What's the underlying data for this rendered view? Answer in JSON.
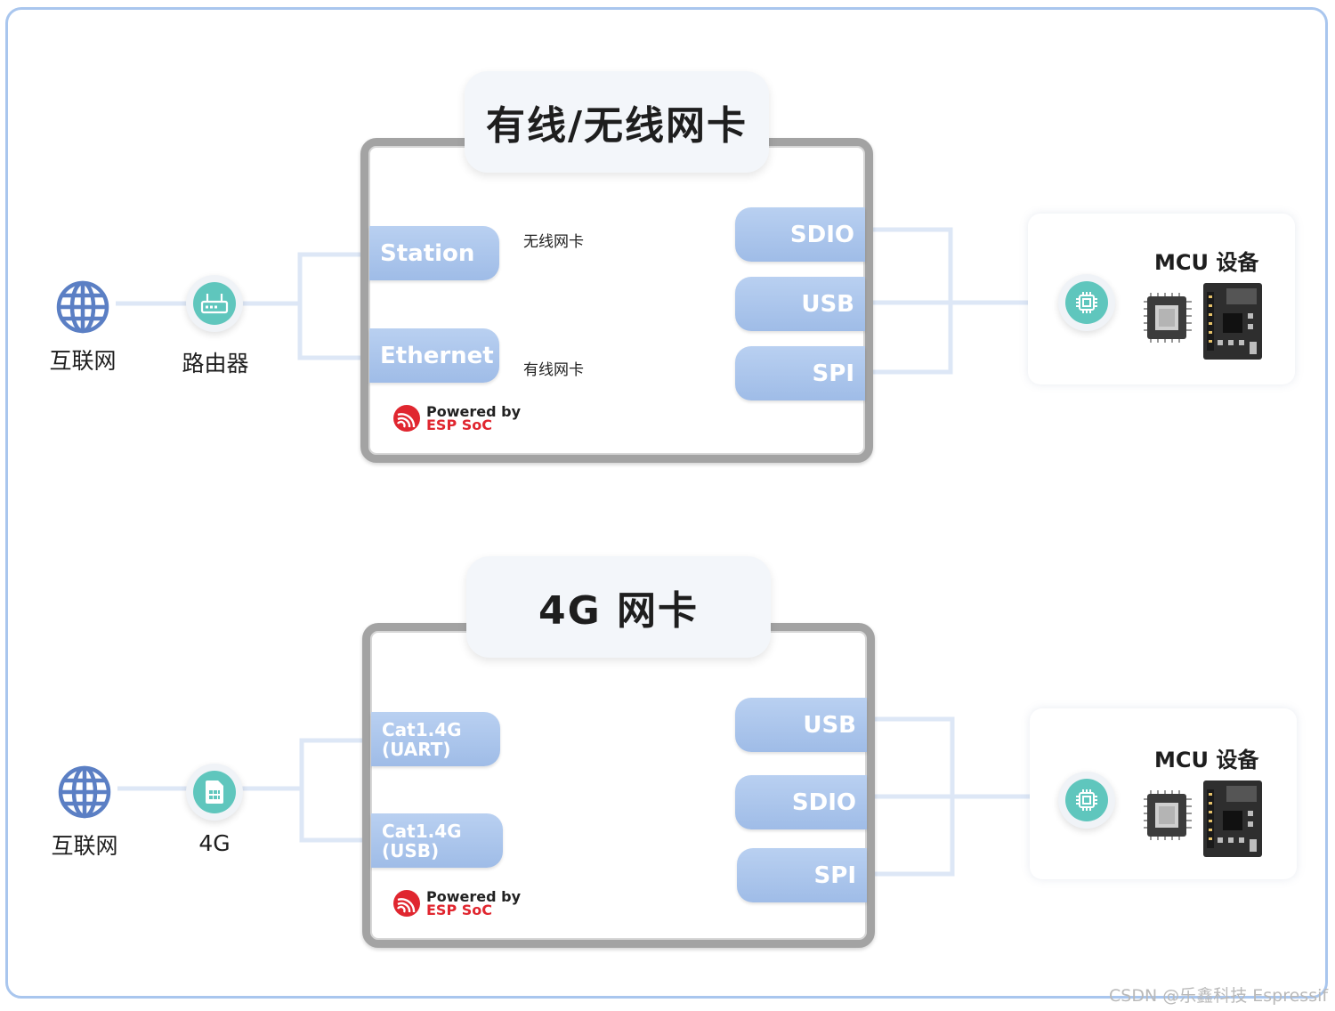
{
  "sections": [
    {
      "title": "有线/无线网卡",
      "left_label": "互联网",
      "mid_label": "路由器",
      "mid_icon": "router-icon",
      "interfaces_in": [
        "Station",
        "Ethernet"
      ],
      "link_labels": [
        "无线网卡",
        "有线网卡"
      ],
      "interfaces_out": [
        "SDIO",
        "USB",
        "SPI"
      ],
      "powered_line1": "Powered by",
      "powered_line2": "ESP SoC",
      "mcu_title": "MCU 设备"
    },
    {
      "title": "4G 网卡",
      "left_label": "互联网",
      "mid_label": "4G",
      "mid_icon": "sim-card-icon",
      "interfaces_in": [
        [
          "Cat1.4G",
          "(UART)"
        ],
        [
          "Cat1.4G",
          "(USB)"
        ]
      ],
      "interfaces_out": [
        "USB",
        "SDIO",
        "SPI"
      ],
      "powered_line1": "Powered by",
      "powered_line2": "ESP SoC",
      "mcu_title": "MCU 设备"
    }
  ],
  "watermark": "CSDN @乐鑫科技 Espressif",
  "colors": {
    "frame": "#a9c6ee",
    "pill": "#a8c3ec",
    "connector": "#dde7f6",
    "teal": "#5fc6bd",
    "globe": "#5b7fc4",
    "esp_red": "#e0262f"
  }
}
